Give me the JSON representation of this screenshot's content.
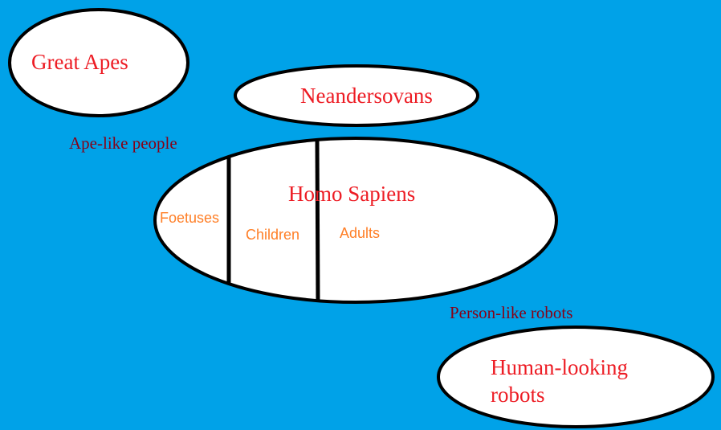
{
  "colors": {
    "background": "#00a2e8",
    "shape_fill": "#ffffff",
    "shape_outline": "#000000",
    "group_text": "#ed1c24",
    "relation_text": "#880015",
    "stage_text": "#ff7f27"
  },
  "groups": {
    "great_apes": "Great Apes",
    "neandersovans": "Neandersovans",
    "homo_sapiens": "Homo Sapiens",
    "human_looking_robots_line1": "Human-looking",
    "human_looking_robots_line2": "robots"
  },
  "stages": {
    "foetuses": "Foetuses",
    "children": "Children",
    "adults": "Adults"
  },
  "relations": {
    "ape_like_people": "Ape-like people",
    "person_like_robots": "Person-like robots"
  }
}
